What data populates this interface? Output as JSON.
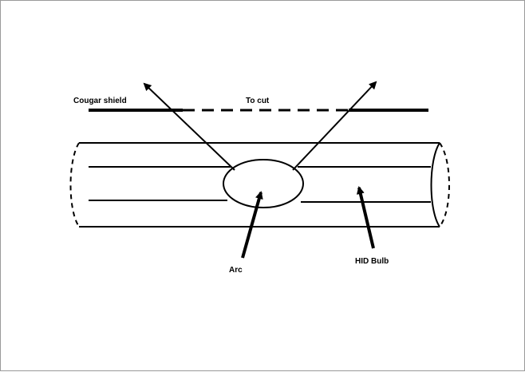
{
  "labels": {
    "cougar_shield": "Cougar shield",
    "to_cut": "To cut",
    "arc": "Arc",
    "hid_bulb": "HID Bulb"
  },
  "colors": {
    "stroke": "#000000",
    "background": "#ffffff",
    "frame": "#9a9a9a"
  }
}
